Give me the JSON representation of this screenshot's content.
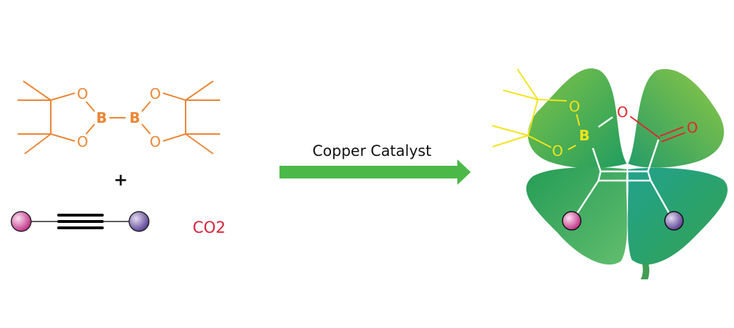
{
  "reactant1": {
    "atoms": [
      "O",
      "O",
      "B",
      "B",
      "O",
      "O"
    ],
    "color": "#ea8533"
  },
  "plus": "+",
  "reactant2": {
    "left_ball_color": "#d84fa0",
    "right_ball_color": "#7b5fa8"
  },
  "co2": {
    "label": "CO2",
    "color": "#d6243a"
  },
  "arrow": {
    "label": "Copper Catalyst",
    "color": "#4cb848"
  },
  "product": {
    "boronate_atoms": [
      "O",
      "B",
      "O"
    ],
    "boronate_color": "#f2e41c",
    "carboxyl_atoms": [
      "O",
      "O"
    ],
    "carboxyl_color": "#e0262a",
    "background": "four-leaf-clover",
    "clover_color": "#1e9e4a"
  }
}
